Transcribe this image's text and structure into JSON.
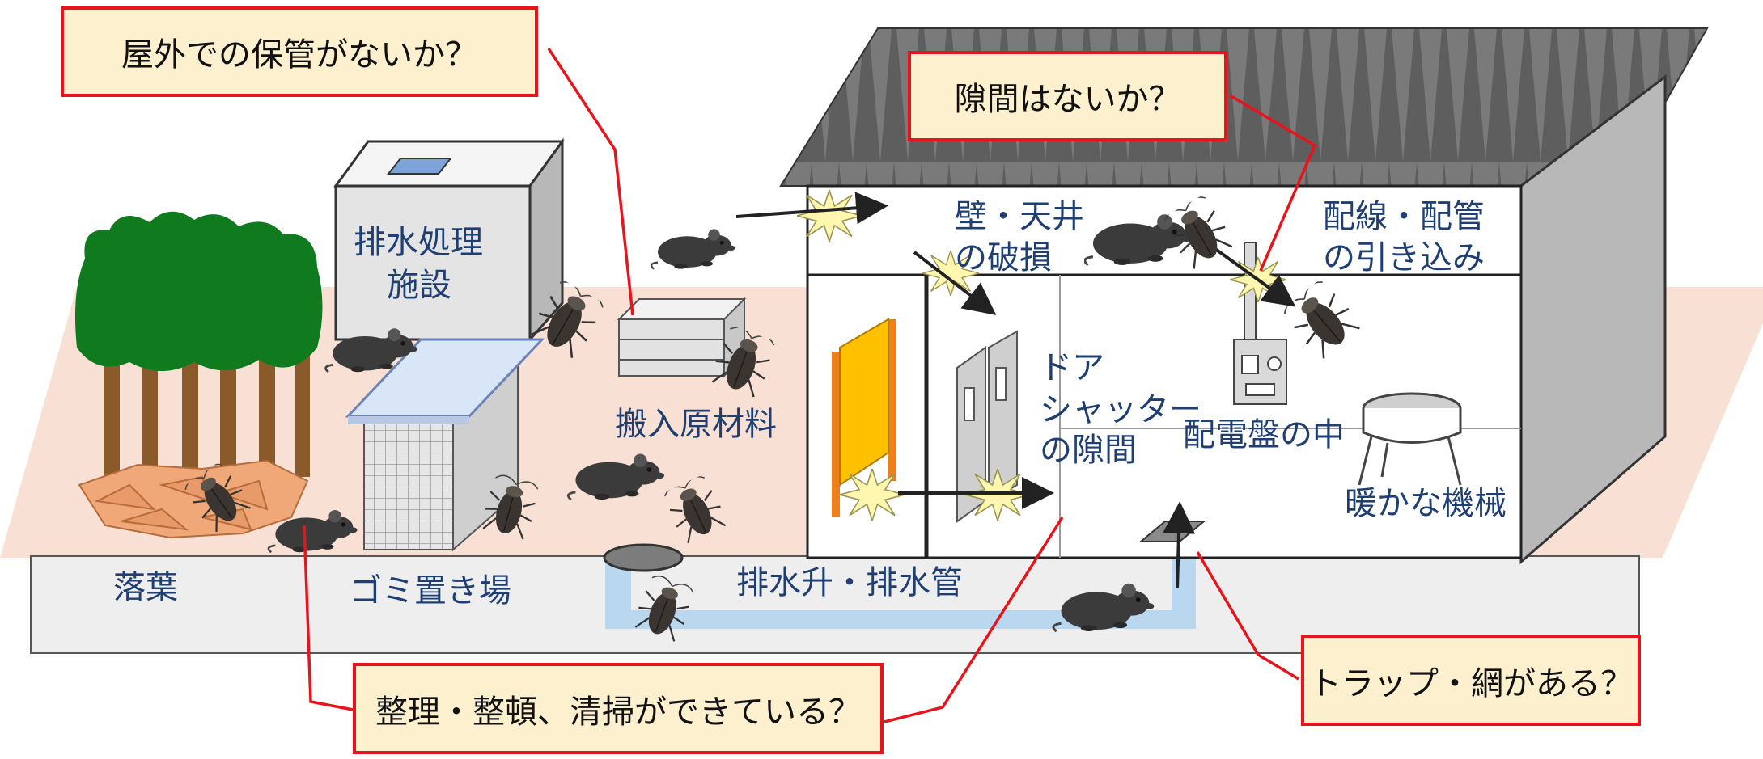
{
  "questions": {
    "outdoor_storage": "屋外での保管がないか？",
    "gaps": "隙間はないか？",
    "organized": "整理・整頓、清掃ができている？",
    "traps": "トラップ・網がある？"
  },
  "labels": {
    "drainage_facility_l1": "排水処理",
    "drainage_facility_l2": "施設",
    "raw_materials": "搬入原材料",
    "fallen_leaves": "落葉",
    "garbage_area": "ゴミ置き場",
    "drain_pipe": "排水升・排水管",
    "wall_ceiling_l1": "壁・天井",
    "wall_ceiling_l2": "の破損",
    "wiring_l1": "配線・配管",
    "wiring_l2": "の引き込み",
    "door_l1": "ドア",
    "door_l2": "シャッター",
    "door_l3": "の隙間",
    "switchboard": "配電盤の中",
    "warm_machine": "暖かな機械"
  },
  "colors": {
    "callout_border": "#e8141c",
    "callout_fill": "#fdf0cf",
    "label_text": "#1f3f73",
    "ground": "#f8e1d4",
    "drain_water": "#b9d7ee",
    "roof": "#6d6d6d"
  }
}
